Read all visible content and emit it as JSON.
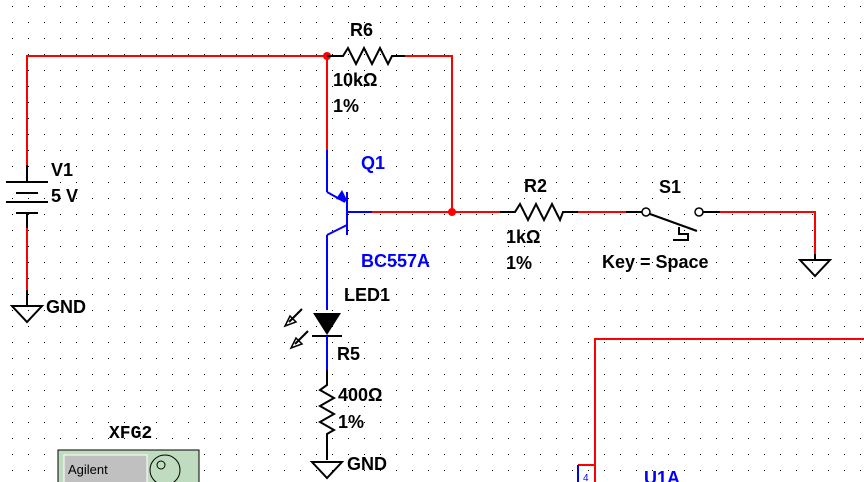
{
  "colors": {
    "wire": "#ff0000",
    "component": "#000000",
    "transistor": "#0000ff",
    "grid_dot": "#000000",
    "instrument_body": "#c0dcc0",
    "instrument_panel": "#c0c0c0"
  },
  "components": {
    "r6": {
      "ref": "R6",
      "value": "10kΩ",
      "tolerance": "1%"
    },
    "v1": {
      "ref": "V1",
      "value": "5 V"
    },
    "q1": {
      "ref": "Q1",
      "model": "BC557A"
    },
    "r2": {
      "ref": "R2",
      "value": "1kΩ",
      "tolerance": "1%"
    },
    "s1": {
      "ref": "S1",
      "key": "Key = Space"
    },
    "led1": {
      "ref": "LED1"
    },
    "r5": {
      "ref": "R5",
      "value": "400Ω",
      "tolerance": "1%"
    },
    "gnd_v1": {
      "label": "GND"
    },
    "gnd_r5": {
      "label": "GND"
    },
    "xfg2": {
      "ref": "XFG2",
      "brand": "Agilent"
    },
    "u1a": {
      "ref": "U1A",
      "pin": "4"
    }
  }
}
